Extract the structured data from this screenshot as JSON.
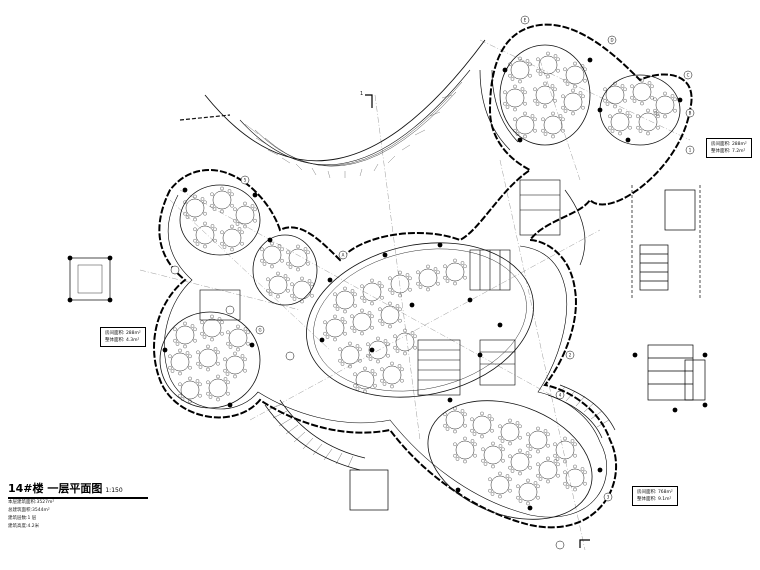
{
  "drawing": {
    "title": "14#楼 一层平面图",
    "scale": "1:150",
    "stats": [
      "本层建筑面积:3527m²",
      "总建筑面积:3544m²",
      "建筑层数:1 层",
      "建筑高度:4.2米"
    ]
  },
  "notes": [
    {
      "line1": "房间面积: 288m²",
      "line2": "整体面积: 7.2m²"
    },
    {
      "line1": "房间面积: 288m²",
      "line2": "整体面积: 4.3m²"
    },
    {
      "line1": "房间面积: 768m²",
      "line2": "整体面积: 9.1m²"
    }
  ],
  "column_markers": [
    "A",
    "B",
    "C",
    "D",
    "E",
    "G",
    "1",
    "2",
    "3",
    "4",
    "5"
  ],
  "section_mark": "1"
}
